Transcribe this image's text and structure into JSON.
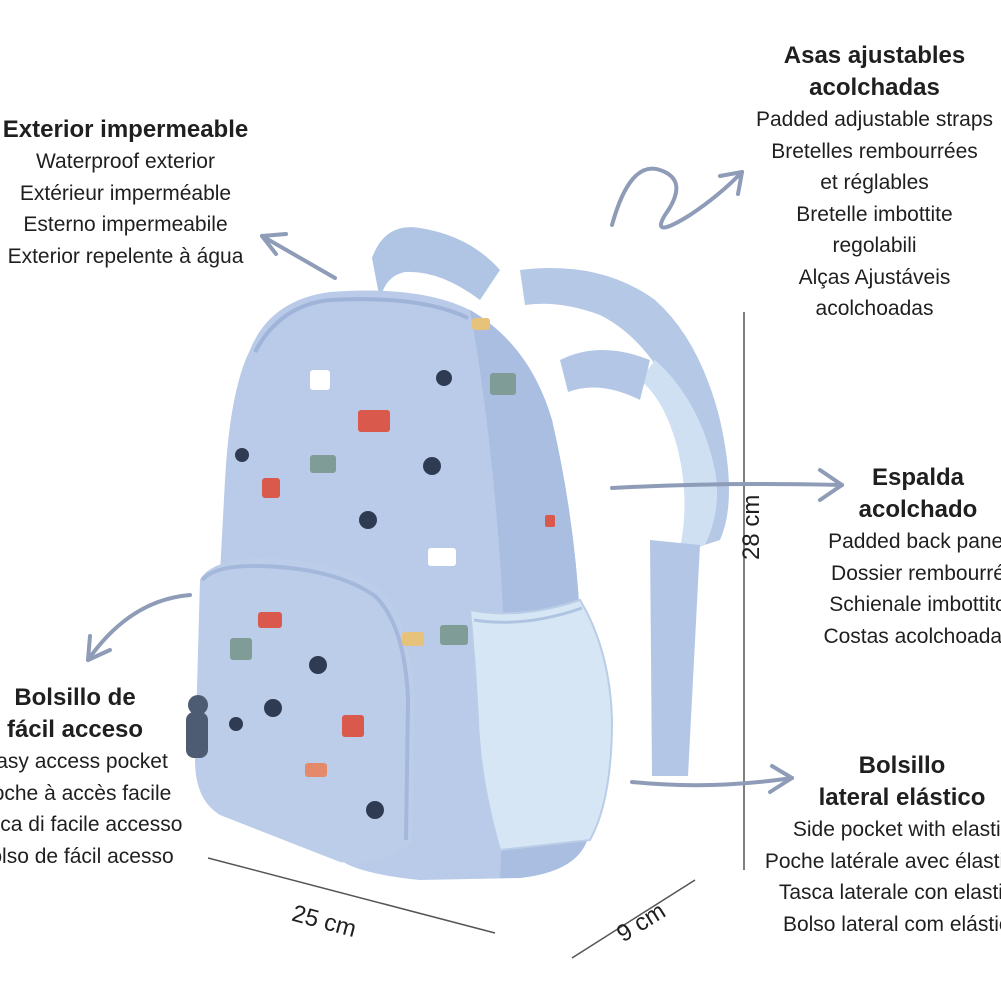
{
  "colors": {
    "background": "#ffffff",
    "text": "#1f1f1f",
    "arrow": "#8e9cb7",
    "bag_main": "#b9cbe8",
    "bag_shade": "#a3b8dc",
    "mesh": "#d6e6f5"
  },
  "features": {
    "waterproof": {
      "title": "Exterior impermeable",
      "lines": [
        "Waterproof exterior",
        "Extérieur imperméable",
        "Esterno impermeabile",
        "Exterior repelente à água"
      ]
    },
    "straps": {
      "title": "Asas ajustables acolchadas",
      "title_lines": [
        "Asas ajustables",
        "acolchadas"
      ],
      "lines": [
        "Padded adjustable straps",
        "Bretelles rembourrées",
        "et réglables",
        "Bretelle imbottite",
        "regolabili",
        "Alças Ajustáveis",
        "acolchoadas"
      ]
    },
    "back": {
      "title_lines": [
        "Espalda",
        "acolchado"
      ],
      "lines": [
        "Padded back panel",
        "Dossier rembourré",
        "Schienale imbottito",
        "Costas acolchoadas"
      ]
    },
    "front_pocket": {
      "title_lines": [
        "Bolsillo de",
        "fácil acceso"
      ],
      "lines": [
        "Easy access pocket",
        "Poche à accès facile",
        "Tasca di facile accesso",
        "Bolso de fácil acesso"
      ]
    },
    "side_pocket": {
      "title_lines": [
        "Bolsillo",
        "lateral elástico"
      ],
      "lines": [
        "Side pocket with elastic",
        "Poche latérale avec élastique",
        "Tasca laterale con elastico",
        "Bolso lateral com elástico"
      ]
    }
  },
  "dimensions": {
    "height": "28 cm",
    "width": "25 cm",
    "depth": "9 cm"
  },
  "icons": [
    "arrow-icon",
    "backpack-illustration",
    "vehicle-print-icon"
  ]
}
